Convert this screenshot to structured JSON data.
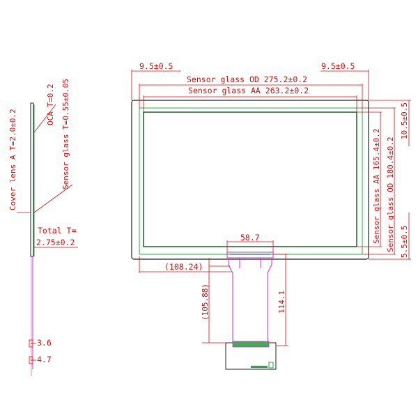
{
  "side_view": {
    "cover_lens": "Cover lens A T=2.0±0.2",
    "oca": "OCA T=0.2",
    "sensor_glass": "Sensor glass T=0.55±0.05",
    "total_line1": "Total T=",
    "total_line2": "2.75±0.2",
    "dim_3_6": "3.6",
    "dim_4_7": "4.7"
  },
  "front_view": {
    "margin_left": "9.5±0.5",
    "margin_right": "9.5±0.5",
    "sensor_od_width": "Sensor glass OD 275.2±0.2",
    "sensor_aa_width": "Sensor glass AA 263.2±0.2",
    "sensor_aa_height": "Sensor glass AA 165.4±0.2",
    "sensor_od_height": "Sensor glass OD 180.4±0.2",
    "margin_top": "10.5±0.5",
    "margin_bottom": "5.5±0.5",
    "fpc_width": "58.7",
    "fpc_offset": "(108.24)",
    "fpc_length_inner": "(105.88)",
    "fpc_length": "114.1"
  }
}
